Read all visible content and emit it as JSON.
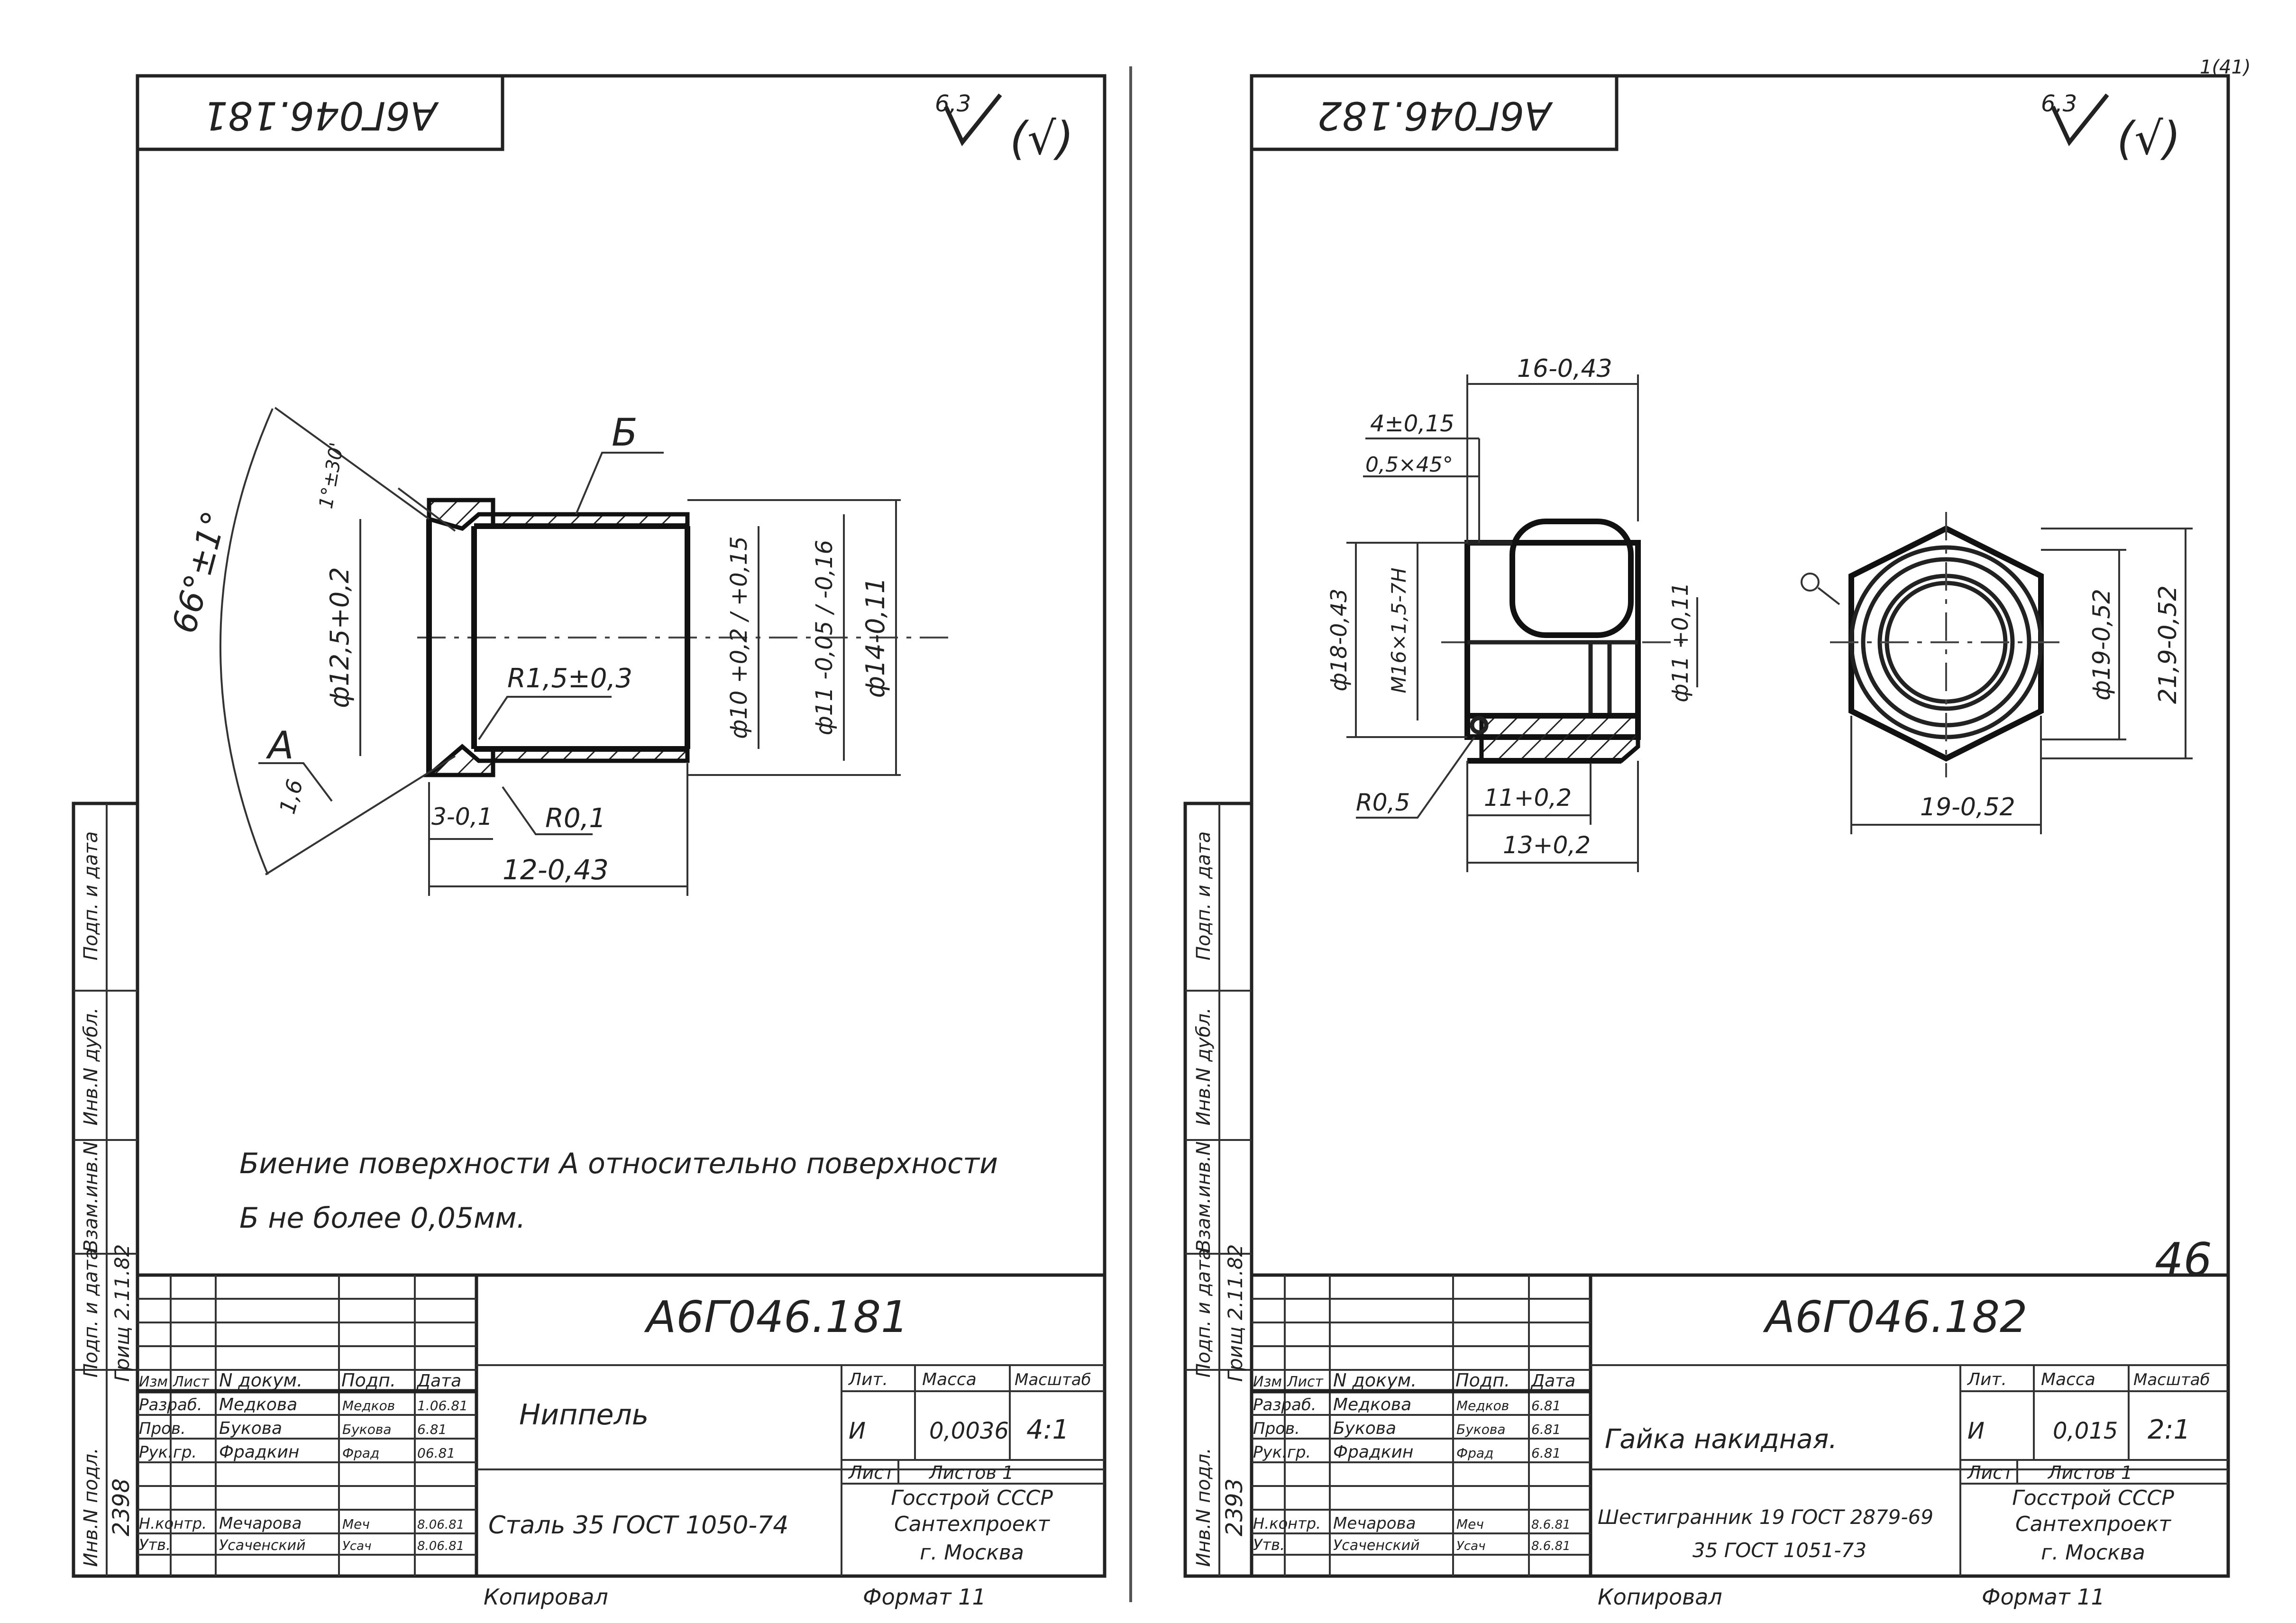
{
  "left_sheet": {
    "code_top": "A6Г046.181",
    "roughness": {
      "value": "6,3",
      "bracket": "(√)"
    },
    "dims": {
      "b_label": "Б",
      "a_label": "A",
      "angle_66": "66°±1°",
      "angle_1": "1°±30'",
      "d_12_5": "ф12,5+0,2",
      "d_10": "ф10 +0,2 / +0,15",
      "d_11": "ф11 -0,05 / -0,16",
      "d_14": "ф14-0,11",
      "r_1_5": "R1,5±0,3",
      "r_0_1": "R0,1",
      "len_3": "3-0,1",
      "len_12": "12-0,43",
      "rough_1_6": "1,6"
    },
    "note_line1": "Биение поверхности A относительно поверхности",
    "note_line2": "Б не более 0,05мм.",
    "side_labels": [
      "Инв.N подл.",
      "Подп. и дата",
      "Взам.инв.N",
      "Инв.N дубл.",
      "Подп. и дата"
    ],
    "side_values": [
      "2398",
      "Грищ 2.11.82"
    ],
    "title_block": {
      "code": "A6Г046.181",
      "name": "Ниппель",
      "material": "Сталь 35 ГОСТ 1050-74",
      "headers": [
        "Изм",
        "Лист",
        "N докум.",
        "Подп.",
        "Дата"
      ],
      "rows": [
        {
          "role": "Разраб.",
          "name": "Медкова",
          "sign": "Медков",
          "date": "1.06.81"
        },
        {
          "role": "Пров.",
          "name": "Букова",
          "sign": "Букова",
          "date": "6.81"
        },
        {
          "role": "Рук.гр.",
          "name": "Фрадкин",
          "sign": "Фрад",
          "date": "06.81"
        },
        {
          "role": "Н.контр.",
          "name": "Мечарова",
          "sign": "Меч",
          "date": "8.06.81"
        },
        {
          "role": "Утв.",
          "name": "Усаченский",
          "sign": "Усач",
          "date": "8.06.81"
        }
      ],
      "lit_label": "Лит.",
      "mass_label": "Масса",
      "scale_label": "Масштаб",
      "lit_value": "И",
      "mass_value": "0,0036",
      "scale_value": "4:1",
      "sheet_label": "Лист",
      "sheets_label": "Листов 1",
      "org_lines": [
        "Госстрой СССР",
        "Сантехпроект",
        "г. Москва"
      ],
      "copied": "Копировал",
      "format": "Формат 11"
    }
  },
  "right_sheet": {
    "code_top": "A6Г046.182",
    "corner_number": "1(41)",
    "roughness": {
      "value": "6,3",
      "bracket": "(√)"
    },
    "dims": {
      "len_16": "16-0,43",
      "len_4": "4±0,15",
      "chamfer": "0,5×45°",
      "d_18": "ф18-0,43",
      "thread": "M16×1,5-7H",
      "d_11": "ф11 +0,11",
      "r_0_5": "R0,5",
      "len_11": "11+0,2",
      "len_13": "13+0,2",
      "d_19": "ф19-0,52",
      "h_21_9": "21,9-0,52",
      "w_19": "19-0,52"
    },
    "page_number": "46",
    "side_labels": [
      "Инв.N подл.",
      "Подп. и дата",
      "Взам.инв.N",
      "Инв.N дубл.",
      "Подп. и дата"
    ],
    "side_values": [
      "2393",
      "Грищ 2.11.82"
    ],
    "title_block": {
      "code": "A6Г046.182",
      "name": "Гайка накидная.",
      "material_line1": "Шестигранник 19 ГОСТ 2879-69",
      "material_line2": "35 ГОСТ 1051-73",
      "headers": [
        "Изм",
        "Лист",
        "N докум.",
        "Подп.",
        "Дата"
      ],
      "rows": [
        {
          "role": "Разраб.",
          "name": "Медкова",
          "sign": "Медков",
          "date": "6.81"
        },
        {
          "role": "Пров.",
          "name": "Букова",
          "sign": "Букова",
          "date": "6.81"
        },
        {
          "role": "Рук.гр.",
          "name": "Фрадкин",
          "sign": "Фрад",
          "date": "6.81"
        },
        {
          "role": "Н.контр.",
          "name": "Мечарова",
          "sign": "Меч",
          "date": "8.6.81"
        },
        {
          "role": "Утв.",
          "name": "Усаченский",
          "sign": "Усач",
          "date": "8.6.81"
        }
      ],
      "lit_label": "Лит.",
      "mass_label": "Масса",
      "scale_label": "Масштаб",
      "lit_value": "И",
      "mass_value": "0,015",
      "scale_value": "2:1",
      "sheet_label": "Лист",
      "sheets_label": "Листов 1",
      "org_lines": [
        "Госстрой СССР",
        "Сантехпроект",
        "г. Москва"
      ],
      "copied": "Копировал",
      "format": "Формат 11"
    }
  }
}
